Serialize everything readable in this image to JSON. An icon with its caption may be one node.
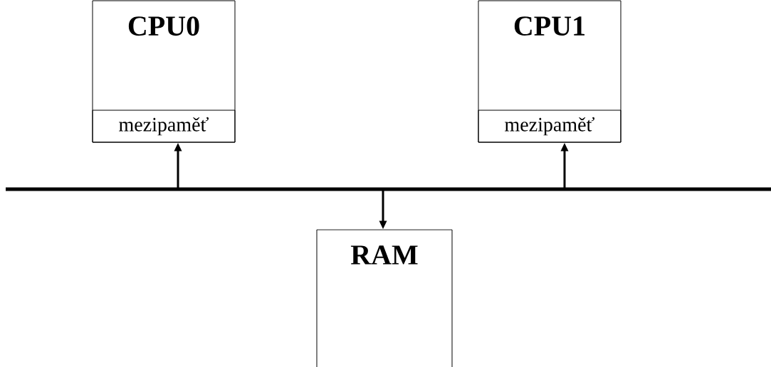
{
  "diagram": {
    "nodes": [
      {
        "text": [
          "CPU0"
        ]
      },
      {
        "text": [
          "mezipaměť"
        ],
        "in": 0
      },
      {
        "text": [
          "CPU1"
        ]
      },
      {
        "text": [
          "mezipaměť"
        ],
        "in": 2
      },
      {
        "text": [],
        "shape": "bar"
      },
      {
        "text": [
          "RAM"
        ]
      }
    ],
    "edges": [
      {
        "from": 4,
        "to": 1,
        "arrow": "to"
      },
      {
        "from": 4,
        "to": 3,
        "arrow": "to"
      },
      {
        "from": 4,
        "to": 5,
        "arrow": "to"
      }
    ]
  }
}
